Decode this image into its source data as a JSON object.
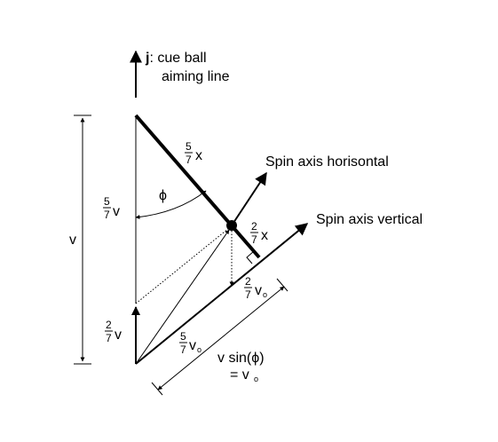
{
  "diagram": {
    "j_axis_bold": "j",
    "j_axis_label_line1": ": cue ball",
    "j_axis_label_line2": "aiming line",
    "spin_horizontal_label": "Spin axis horisontal",
    "spin_vertical_label": "Spin axis vertical",
    "five_sevenths_x": {
      "num": "5",
      "den": "7",
      "var": "x"
    },
    "two_sevenths_x": {
      "num": "2",
      "den": "7",
      "var": "x"
    },
    "phi": "ϕ",
    "five_sevenths_v": {
      "num": "5",
      "den": "7",
      "var": "v"
    },
    "two_sevenths_v": {
      "num": "2",
      "den": "7",
      "var": "v"
    },
    "v_total": "v",
    "two_sevenths_vo": {
      "num": "2",
      "den": "7",
      "var": "v",
      "sub": "o"
    },
    "five_sevenths_vo": {
      "num": "5",
      "den": "7",
      "var": "v",
      "sub": "o"
    },
    "vsin_line1": "v sin(ϕ)",
    "vsin_line2": "= v",
    "vsin_line2_sub": "o"
  }
}
